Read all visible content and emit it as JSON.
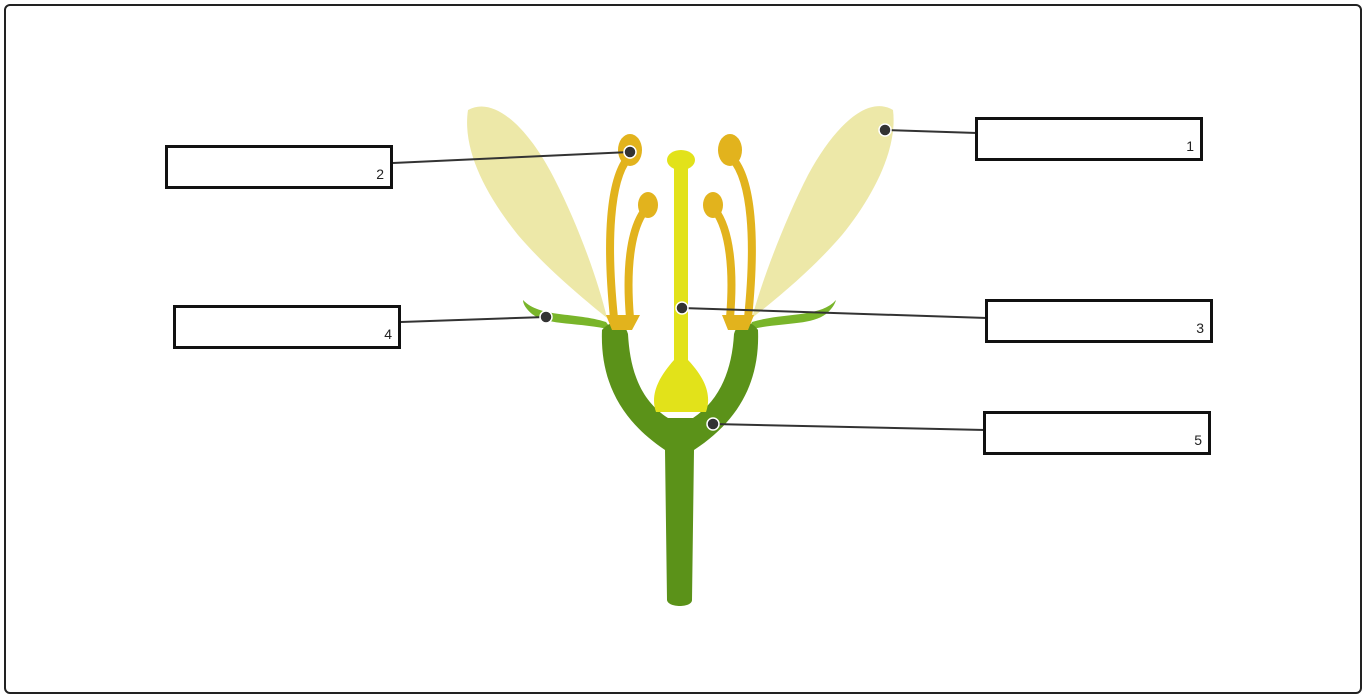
{
  "labels": [
    {
      "id": "1",
      "number": "1"
    },
    {
      "id": "2",
      "number": "2"
    },
    {
      "id": "3",
      "number": "3"
    },
    {
      "id": "4",
      "number": "4"
    },
    {
      "id": "5",
      "number": "5"
    }
  ],
  "colors": {
    "petal": "#ede8a8",
    "stamen": "#e2b31d",
    "pistil": "#e2e21a",
    "stem": "#5b9219",
    "sepal": "#79b52a",
    "line": "#333333",
    "box_border": "#111111"
  }
}
